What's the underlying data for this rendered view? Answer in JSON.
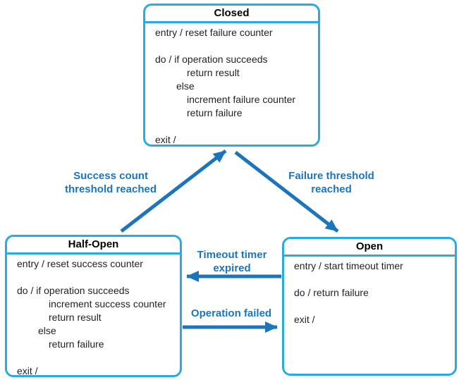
{
  "colors": {
    "box_border": "#29ABE2",
    "arrow": "#1C75BC",
    "label_text": "#1C75BC",
    "body_text": "#231F20",
    "title_text": "#000000",
    "background": "#FFFFFF"
  },
  "states": {
    "closed": {
      "title": "Closed",
      "lines": [
        {
          "text": "entry / reset failure counter",
          "indent": 0
        },
        {
          "text": "",
          "indent": 0
        },
        {
          "text": "do / if operation succeeds",
          "indent": 0
        },
        {
          "text": "return result",
          "indent": 2
        },
        {
          "text": "else",
          "indent": 1
        },
        {
          "text": "increment failure counter",
          "indent": 2
        },
        {
          "text": "return failure",
          "indent": 2
        },
        {
          "text": "",
          "indent": 0
        },
        {
          "text": "exit /",
          "indent": 0
        }
      ]
    },
    "half_open": {
      "title": "Half-Open",
      "lines": [
        {
          "text": "entry / reset success counter",
          "indent": 0
        },
        {
          "text": "",
          "indent": 0
        },
        {
          "text": "do / if operation succeeds",
          "indent": 0
        },
        {
          "text": "increment success counter",
          "indent": 2
        },
        {
          "text": "return result",
          "indent": 2
        },
        {
          "text": "else",
          "indent": 1
        },
        {
          "text": "return failure",
          "indent": 2
        },
        {
          "text": "",
          "indent": 0
        },
        {
          "text": "exit /",
          "indent": 0
        }
      ]
    },
    "open": {
      "title": "Open",
      "lines": [
        {
          "text": "entry / start timeout timer",
          "indent": 0
        },
        {
          "text": "",
          "indent": 0
        },
        {
          "text": "do / return failure",
          "indent": 0
        },
        {
          "text": "",
          "indent": 0
        },
        {
          "text": "exit /",
          "indent": 0
        }
      ]
    }
  },
  "transitions": {
    "success": {
      "label": "Success count\nthreshold reached",
      "from": "Half-Open",
      "to": "Closed"
    },
    "failure": {
      "label": "Failure threshold\nreached",
      "from": "Closed",
      "to": "Open"
    },
    "timeout": {
      "label": "Timeout timer\nexpired",
      "from": "Open",
      "to": "Half-Open"
    },
    "operation_failed": {
      "label": "Operation failed",
      "from": "Half-Open",
      "to": "Open"
    }
  }
}
